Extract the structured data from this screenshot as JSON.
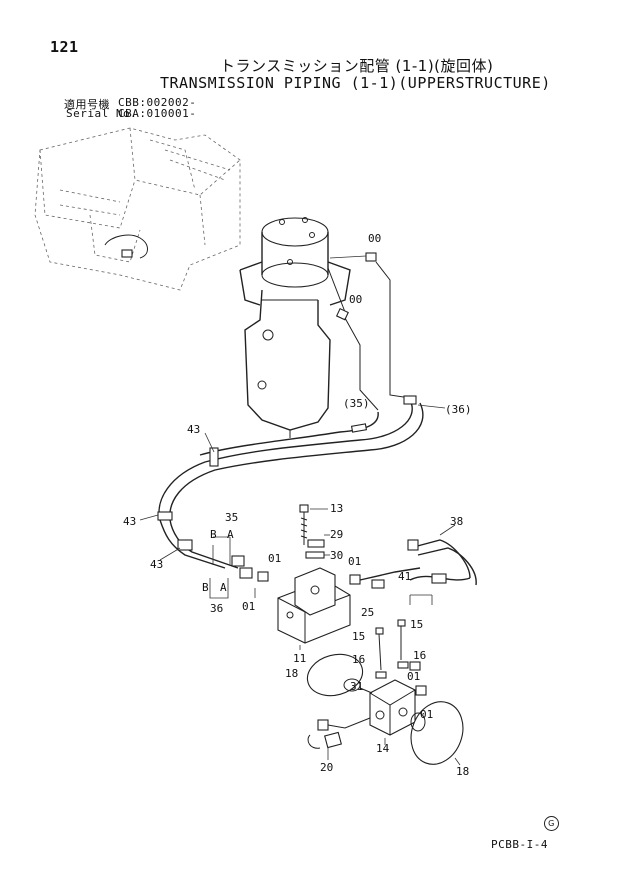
{
  "header": {
    "page_number": "121",
    "title_jp": "トランスミッション配管 (1-1)(旋回体)",
    "title_en": "TRANSMISSION PIPING (1-1)(UPPERSTRUCTURE)"
  },
  "serial": {
    "line1_label": "適用号機",
    "line1_value": "CBB:002002-",
    "line2_label": "Serial No.",
    "line2_value": "CBA:010001-"
  },
  "labels": {
    "l00a": "00",
    "l00b": "00",
    "l35p": "(35)",
    "l36p": "(36)",
    "l43a": "43",
    "l43b": "43",
    "l43c": "43",
    "l35": "35",
    "l36": "36",
    "lB1": "B",
    "lA1": "A",
    "lB2": "B",
    "lA2": "A",
    "l13": "13",
    "l29": "29",
    "l30": "30",
    "l01a": "01",
    "l01b": "01",
    "l01c": "01",
    "l01d": "01",
    "l01e": "01",
    "l25": "25",
    "l41": "41",
    "l38": "38",
    "l11": "11",
    "l15a": "15",
    "l15b": "15",
    "l16a": "16",
    "l16b": "16",
    "l18a": "18",
    "l18b": "18",
    "l31": "31",
    "l14": "14",
    "l20": "20"
  },
  "footer": {
    "code": "PCBB-I-4",
    "circle_mark": "G"
  }
}
